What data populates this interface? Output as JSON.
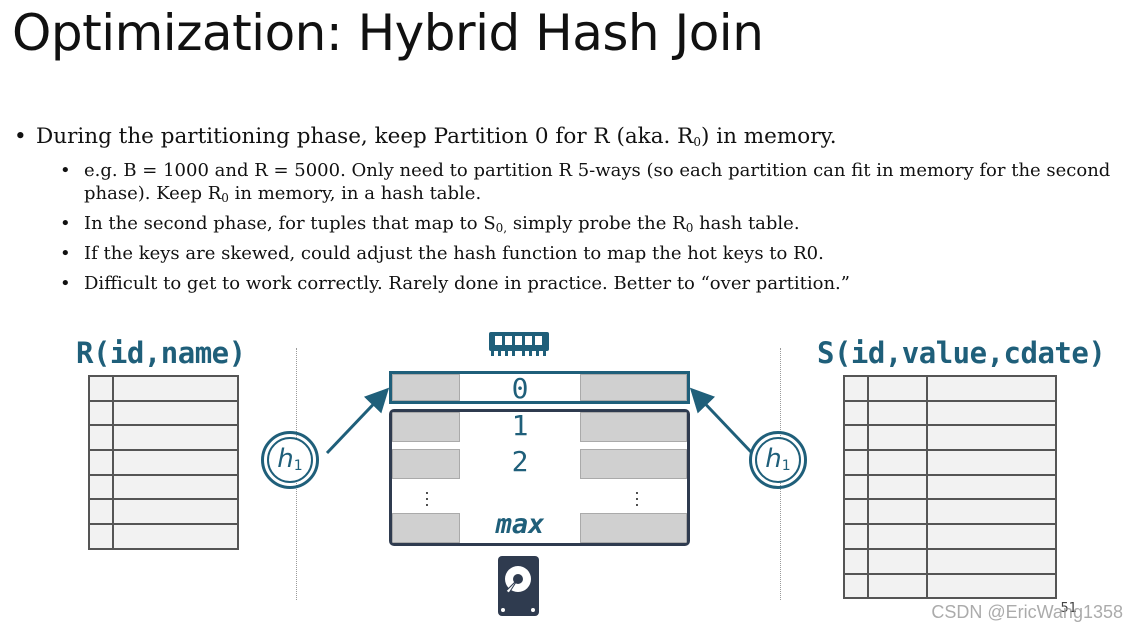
{
  "title": "Optimization: Hybrid Hash Join",
  "bullets": {
    "main": {
      "pre": "During the partitioning phase, keep Partition 0 for R (aka. R",
      "sub": "0",
      "post": ") in memory."
    },
    "sub1": {
      "line": "e.g. B = 1000 and R = 5000. Only need to partition R 5-ways (so each partition can fit in memory for the second phase). Keep R",
      "sub": "0",
      "post": " in memory, in a hash table."
    },
    "sub2": {
      "pre": "In the second phase, for tuples that map to S",
      "sub": "0,",
      "mid": " simply probe the R",
      "sub2": "0",
      "post": " hash table."
    },
    "sub3": "If the keys are skewed, could adjust the hash function to map the hot keys to R0.",
    "sub4": "Difficult to get to work correctly. Rarely done in practice. Better to “over partition.”"
  },
  "diagram": {
    "left_table_label": "R(id,name)",
    "right_table_label": "S(id,value,cdate)",
    "hash_left": {
      "letter": "h",
      "sub": "1"
    },
    "hash_right": {
      "letter": "h",
      "sub": "1"
    },
    "partitions": [
      "0",
      "1",
      "2",
      "max"
    ],
    "left_table_rows": 7,
    "right_table_rows": 9,
    "memory_icon": "memory-icon",
    "disk_icon": "disk-icon",
    "accent_color": "#1f5f7a"
  },
  "footer": {
    "page_number": "51",
    "watermark": "CSDN @EricWang1358"
  }
}
